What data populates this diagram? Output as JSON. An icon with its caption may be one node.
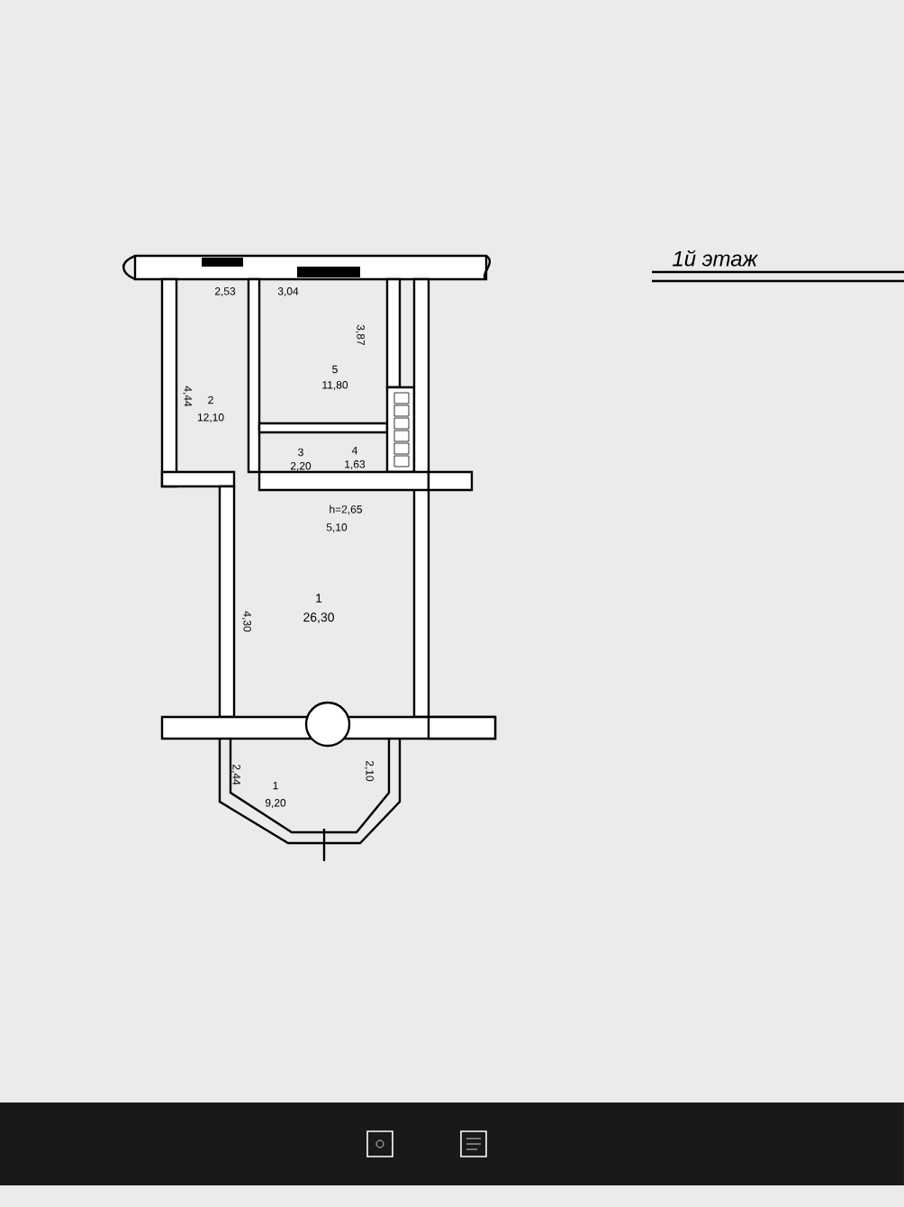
{
  "diagram": {
    "title": "1й этаж",
    "labels": [
      "2,53",
      "3,04",
      "3,87",
      "5",
      "11,80",
      "2",
      "12,10",
      "4,44",
      "3",
      "2,20",
      "4",
      "1,63",
      "h=2,65",
      "5,10",
      "1",
      "26,30",
      "4,30",
      "1",
      "9,20",
      "2,44",
      "2,10"
    ]
  }
}
